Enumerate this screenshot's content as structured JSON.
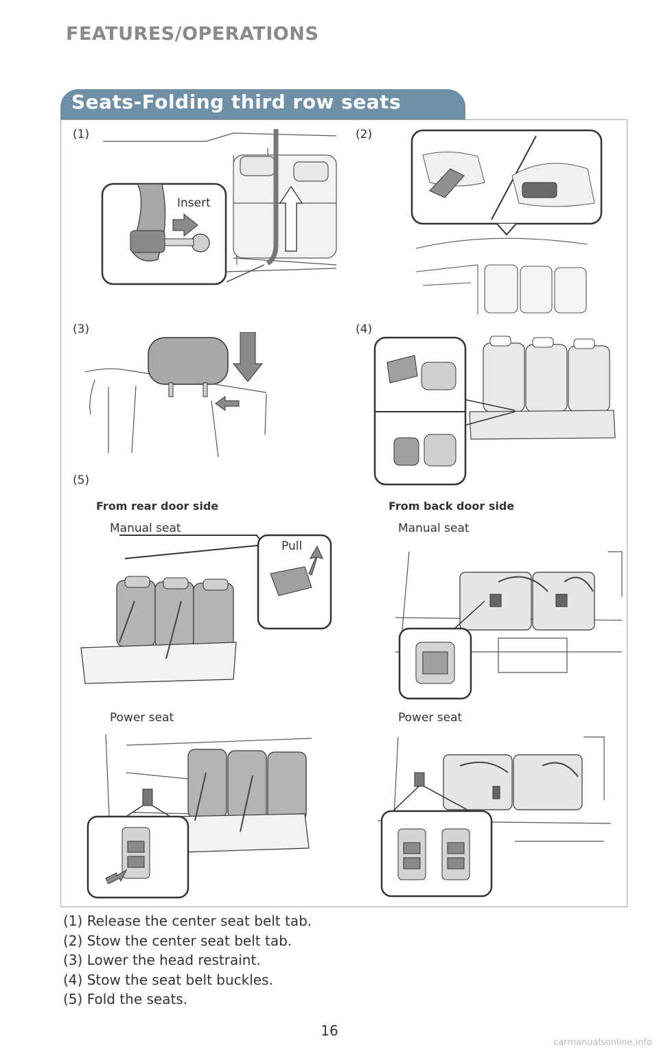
{
  "header": {
    "section_label": "FEATURES/OPERATIONS"
  },
  "banner": {
    "title": "Seats-Folding third row seats"
  },
  "steps": [
    "(1)",
    "(2)",
    "(3)",
    "(4)",
    "(5)"
  ],
  "callouts": {
    "insert": "Insert",
    "pull": "Pull"
  },
  "step5": {
    "rear_door_heading": "From rear door side",
    "back_door_heading": "From back door side",
    "manual_seat": "Manual seat",
    "power_seat": "Power seat"
  },
  "instructions": [
    "(1) Release the center seat belt tab.",
    "(2) Stow the center seat belt tab.",
    "(3) Lower the head restraint.",
    "(4) Stow the seat belt buckles.",
    "(5) Fold the seats."
  ],
  "footer": {
    "page_number": "16",
    "watermark": "carmanualsonline.info"
  },
  "colors": {
    "banner": "#6f8fa6",
    "section_label": "#8a8a8a",
    "frame_border": "#9aa6ad"
  }
}
